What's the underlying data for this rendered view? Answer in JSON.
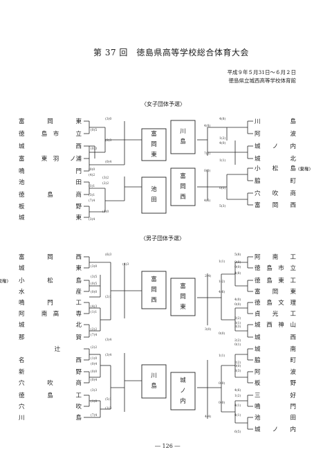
{
  "header": {
    "title": "第 37 回　徳島県高等学校総合体育大会",
    "date": "平成９年５月31日～６月２日",
    "venue": "徳島県立城西高等学校体育館"
  },
  "girls": {
    "title": "〈女子団体予選〉",
    "left_teams": [
      {
        "n": "富",
        "m": "岡",
        "e": "東"
      },
      {
        "n": "徳",
        "m": "島　市",
        "e": "立"
      },
      {
        "n": "城",
        "m": "",
        "e": "西"
      },
      {
        "n": "富",
        "m": "東　羽",
        "e": "ノ浦"
      },
      {
        "n": "鳴",
        "m": "",
        "e": "門"
      },
      {
        "n": "池",
        "m": "",
        "e": "田"
      },
      {
        "n": "徳",
        "m": "島",
        "e": "商"
      },
      {
        "n": "板",
        "m": "",
        "e": "野"
      },
      {
        "n": "城",
        "m": "",
        "e": "東"
      }
    ],
    "right_teams": [
      {
        "n": "川",
        "m": "",
        "e": "島",
        "note": ""
      },
      {
        "n": "阿",
        "m": "",
        "e": "波",
        "note": ""
      },
      {
        "n": "城",
        "m": "ノ",
        "e": "内",
        "note": ""
      },
      {
        "n": "城",
        "m": "",
        "e": "北",
        "note": ""
      },
      {
        "n": "小",
        "m": "松",
        "e": "島",
        "note": "(棄権)"
      },
      {
        "n": "脇",
        "m": "",
        "e": "町",
        "note": ""
      },
      {
        "n": "穴",
        "m": "吹",
        "e": "商",
        "note": ""
      },
      {
        "n": "富",
        "m": "岡",
        "e": "西",
        "note": ""
      }
    ],
    "finalists": [
      "富岡東",
      "池田",
      "川島",
      "富岡西"
    ],
    "scores_left": [
      "(3)0",
      "(0)5",
      "(0)3",
      "(0)3",
      "(0)4",
      "(0)0",
      "(4)2",
      "(3)2",
      "(1)1",
      "(2)2",
      "(3)1",
      "(7)4",
      "(1)0",
      "(3)4"
    ],
    "scores_right": [
      "4(8)",
      "4(8)",
      "1(2)",
      "4(0)",
      "7(2)",
      "1(1)",
      "0(0)",
      "0(0)",
      "4(6)",
      "5(3)"
    ]
  },
  "boys": {
    "title": "〈男子団体予選〉",
    "left_teams": [
      {
        "n": "富",
        "m": "岡",
        "e": "西",
        "note": ""
      },
      {
        "n": "城",
        "m": "",
        "e": "東",
        "note": ""
      },
      {
        "n": "小",
        "m": "松",
        "e": "島",
        "note": "(棄権)"
      },
      {
        "n": "水",
        "m": "",
        "e": "産",
        "note": ""
      },
      {
        "n": "鳴",
        "m": "門",
        "e": "工",
        "note": ""
      },
      {
        "n": "阿",
        "m": "南　高",
        "e": "専",
        "note": ""
      },
      {
        "n": "城",
        "m": "",
        "e": "北",
        "note": ""
      },
      {
        "n": "那",
        "m": "",
        "e": "賀",
        "note": ""
      },
      {
        "n": "",
        "m": "辻",
        "e": "",
        "note": ""
      },
      {
        "n": "名",
        "m": "",
        "e": "西",
        "note": ""
      },
      {
        "n": "新",
        "m": "",
        "e": "野",
        "note": ""
      },
      {
        "n": "穴",
        "m": "吹",
        "e": "商",
        "note": ""
      },
      {
        "n": "徳",
        "m": "島",
        "e": "工",
        "note": ""
      },
      {
        "n": "穴",
        "m": "",
        "e": "吹",
        "note": ""
      },
      {
        "n": "川",
        "m": "",
        "e": "島",
        "note": ""
      }
    ],
    "right_teams": [
      {
        "n": "阿",
        "m": "南",
        "e": "工"
      },
      {
        "n": "徳",
        "m": "島　市",
        "e": "立"
      },
      {
        "n": "徳",
        "m": "島　東",
        "e": "工"
      },
      {
        "n": "富",
        "m": "岡",
        "e": "東"
      },
      {
        "n": "徳",
        "m": "島　文",
        "e": "理"
      },
      {
        "n": "貞",
        "m": "光",
        "e": "工"
      },
      {
        "n": "城",
        "m": "西　神",
        "e": "山"
      },
      {
        "n": "城",
        "m": "",
        "e": "西"
      },
      {
        "n": "城",
        "m": "",
        "e": "南"
      },
      {
        "n": "脇",
        "m": "",
        "e": "町"
      },
      {
        "n": "阿",
        "m": "",
        "e": "波"
      },
      {
        "n": "板",
        "m": "",
        "e": "野"
      },
      {
        "n": "三",
        "m": "",
        "e": "好"
      },
      {
        "n": "鳴",
        "m": "",
        "e": "門"
      },
      {
        "n": "池",
        "m": "",
        "e": "田"
      },
      {
        "n": "城",
        "m": "ノ",
        "e": "内"
      }
    ],
    "finalists": [
      "富岡西",
      "川島",
      "富岡東",
      "城ノ内"
    ],
    "scores_left": [
      "(6)3",
      "(4)3",
      "(3)0",
      "(3)5",
      "(0)5",
      "(0)0",
      "(2)1",
      "(4)3",
      "(1)1",
      "(2)2",
      "(7)4",
      "(3)4",
      "(2)2",
      "(1)0",
      "(0)4",
      "(3)4",
      "(0)0",
      "(0)4",
      "(3)3",
      "(1)0",
      "(1)3",
      "(7)4",
      "(5)1"
    ],
    "scores_right": [
      "5(8)",
      "1(1)",
      "0(0)",
      "0(0)",
      "4(8)",
      "1(2)",
      "2(4)",
      "4(6)",
      "4(0)",
      "0(0)",
      "2(2)",
      "3(1)",
      "3(3)",
      "0(0)",
      "3(0)",
      "2(2)",
      "0(1)",
      "1(1)",
      "2(2)",
      "0(0)",
      "3(3)",
      "0(0)",
      "4(6)",
      "1(2)",
      "0(0)",
      "4(1)",
      "4(4)",
      "4(1)",
      "6(5)"
    ]
  },
  "footer": {
    "page": "― 126 ―"
  }
}
